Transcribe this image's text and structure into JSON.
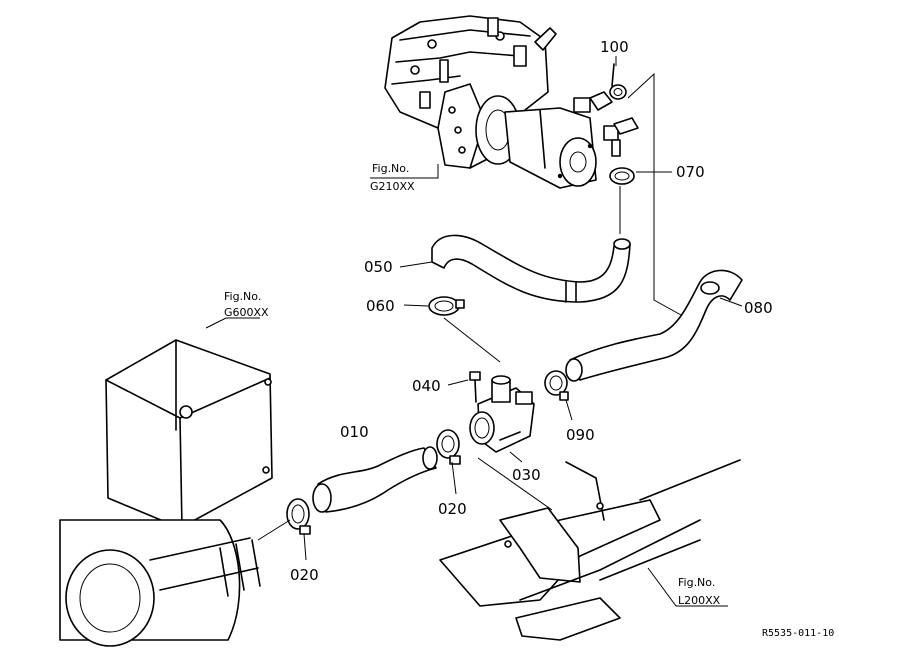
{
  "part_labels": {
    "p100": "100",
    "p070": "070",
    "p050": "050",
    "p060": "060",
    "p080": "080",
    "p040": "040",
    "p010": "010",
    "p090": "090",
    "p030": "030",
    "p020a": "020",
    "p020b": "020"
  },
  "figure_refs": {
    "g210": {
      "line1": "Fig.No.",
      "line2": "G210XX"
    },
    "g600": {
      "line1": "Fig.No.",
      "line2": "G600XX"
    },
    "l200": {
      "line1": "Fig.No.",
      "line2": "L200XX"
    }
  },
  "drawing_code": "R5535-011-10"
}
